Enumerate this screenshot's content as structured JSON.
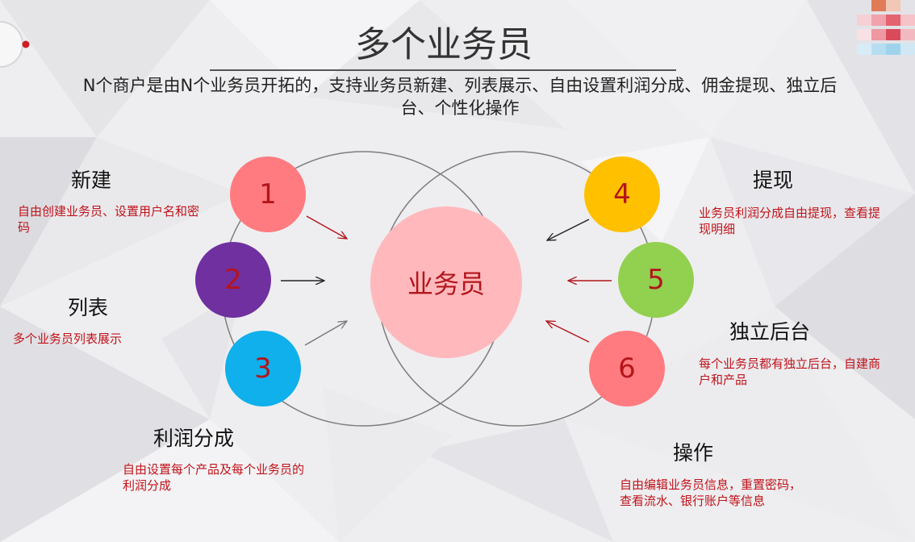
{
  "title": "多个业务员",
  "subtitle": "N个商户是由N个业务员开拓的，支持业务员新建、列表展示、自由设置利润分成、佣金提现、独立后台、个性化操作",
  "center_label": "业务员",
  "colors": {
    "c1": "#ff7b7f",
    "c2": "#7030a0",
    "c3": "#0fb0eb",
    "c4": "#ffc000",
    "c5": "#92d050",
    "c6": "#ff7b7f",
    "center": "#ffb9bd",
    "number_text": "#b3151b",
    "desc_text": "#c0131a"
  },
  "nodes": [
    {
      "num": "1",
      "label": "新建",
      "desc": "自由创建业务员、设置用户名和密码"
    },
    {
      "num": "2",
      "label": "列表",
      "desc": "多个业务员列表展示"
    },
    {
      "num": "3",
      "label": "利润分成",
      "desc": "自由设置每个产品及每个业务员的利润分成"
    },
    {
      "num": "4",
      "label": "提现",
      "desc": "业务员利润分成自由提现，查看提现明细"
    },
    {
      "num": "5",
      "label": "独立后台",
      "desc": "每个业务员都有独立后台，自建商户和产品"
    },
    {
      "num": "6",
      "label": "操作",
      "desc": "自由编辑业务员信息，重置密码，查看流水、银行账户等信息"
    }
  ]
}
